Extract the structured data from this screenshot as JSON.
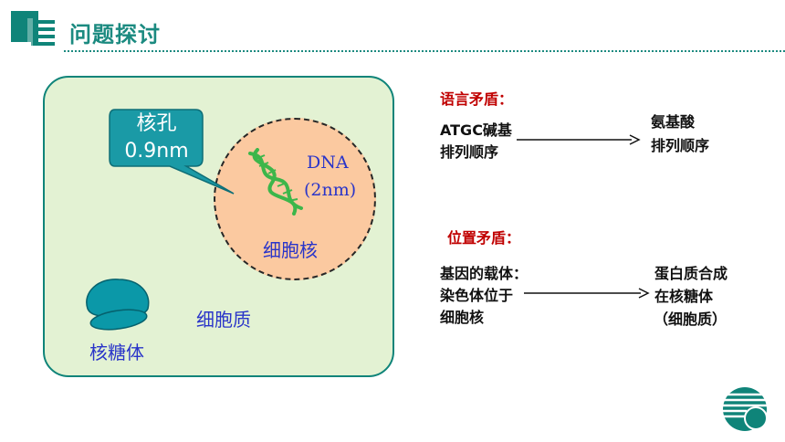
{
  "header": {
    "title": "问题探讨"
  },
  "diagram": {
    "nuclear_pore_label_line1": "核孔",
    "nuclear_pore_label_line2": "0.9nm",
    "dna_label_line1": "DNA",
    "dna_label_line2": "(2nm)",
    "nucleus_label": "细胞核",
    "cytoplasm_label": "细胞质",
    "ribosome_label": "核糖体"
  },
  "contradictions": {
    "language": {
      "heading": "语言矛盾：",
      "left_line1": "ATGC碱基",
      "left_line2": "排列顺序",
      "right_line1": "氨基酸",
      "right_line2": "排列顺序"
    },
    "position": {
      "heading": "位置矛盾：",
      "left_line1": "基因的载体：",
      "left_line2": "染色体位于",
      "left_line3": "细胞核",
      "right_line1": "蛋白质合成",
      "right_line2": "在核糖体",
      "right_line3": "（细胞质）"
    }
  },
  "colors": {
    "teal": "#0f8479",
    "cell_fill": "#e3f2d3",
    "nucleus_fill": "#fbc9a0",
    "callout_fill": "#1a9aa6",
    "label_blue": "#2a35c9",
    "heading_red": "#c00000",
    "dna_green": "#3cb64a"
  }
}
